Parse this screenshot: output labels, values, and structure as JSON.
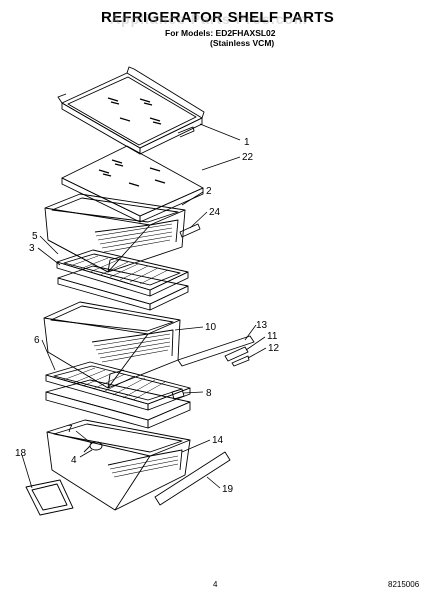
{
  "header": {
    "title": "REFRIGERATOR SHELF PARTS",
    "models_line": "For Models: ED2FHAXSL02",
    "models_sub": "(Stainless VCM)",
    "watermark": "Appliance Parts Pros.com"
  },
  "callouts": [
    "1",
    "22",
    "2",
    "24",
    "5",
    "3",
    "10",
    "13",
    "11",
    "12",
    "6",
    "8",
    "7",
    "14",
    "4",
    "18",
    "19"
  ],
  "footer": {
    "page_number": "4",
    "doc_number": "8215006"
  }
}
